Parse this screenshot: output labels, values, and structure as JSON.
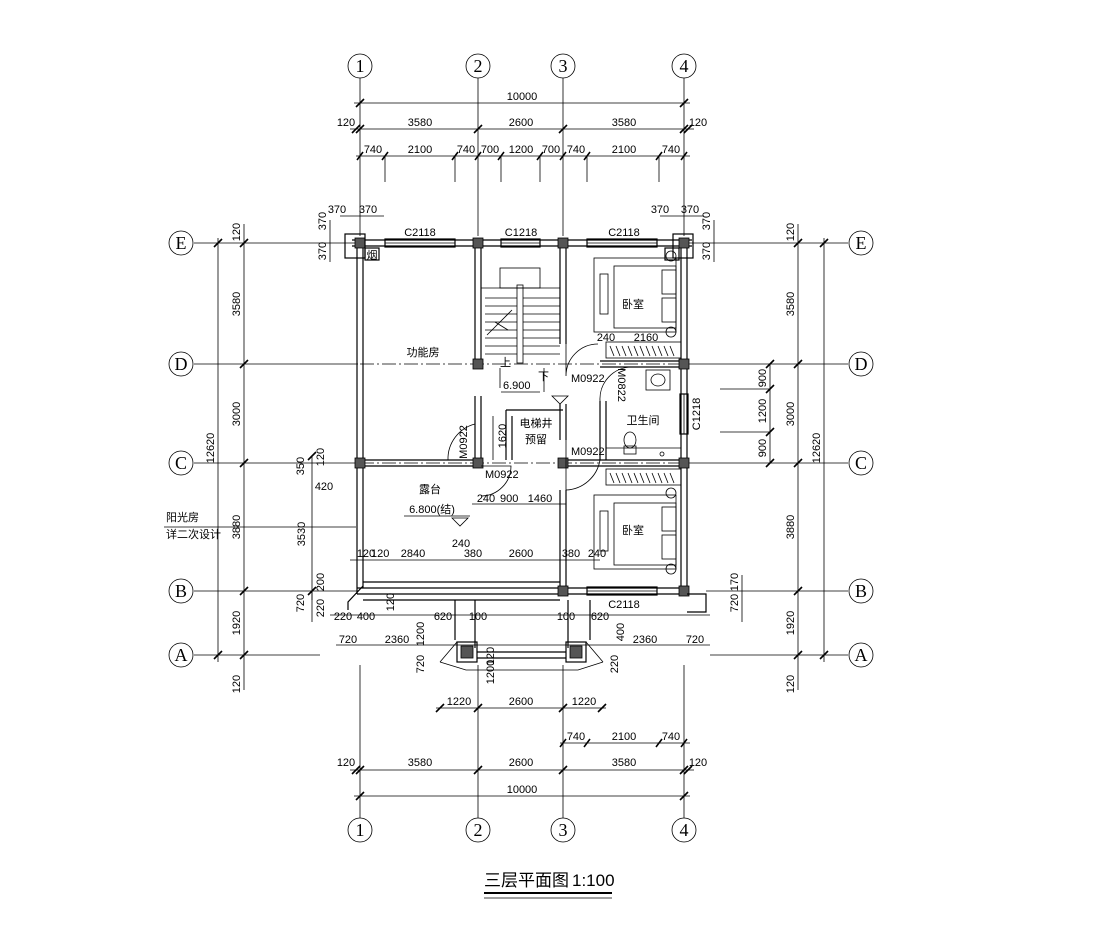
{
  "title": {
    "text": "三层平面图",
    "scale": "1:100"
  },
  "axes": {
    "vertical": [
      "1",
      "2",
      "3",
      "4"
    ],
    "horizontal": [
      "E",
      "D",
      "C",
      "B",
      "A"
    ]
  },
  "dimensions": {
    "top_total": "10000",
    "top_edge_left": "120",
    "top_edge_right": "120",
    "top_mid": [
      "3580",
      "2600",
      "3580"
    ],
    "top_detail": [
      "740",
      "2100",
      "740",
      "700",
      "1200",
      "700",
      "740",
      "2100",
      "740"
    ],
    "top_corner": [
      "370",
      "370",
      "370",
      "370"
    ],
    "left_total": "12620",
    "left_bays": [
      "3580",
      "3000",
      "3880",
      "1920"
    ],
    "left_edge_top": "120",
    "left_edge_bottom": "120",
    "left_detail": [
      "370",
      "370",
      "350",
      "120",
      "420",
      "3530",
      "720",
      "200",
      "220"
    ],
    "right_total": "12620",
    "right_bays": [
      "3580",
      "3000",
      "3880",
      "1920"
    ],
    "right_edge_top": "120",
    "right_edge_bottom": "120",
    "right_detail": [
      "370",
      "370",
      "900",
      "1200",
      "900",
      "720",
      "170"
    ],
    "bottom_total": "10000",
    "bottom_edge_left": "120",
    "bottom_edge_right": "120",
    "bottom_mid": [
      "3580",
      "2600",
      "3580"
    ],
    "bottom_detail": [
      "740",
      "2100",
      "740"
    ],
    "bottom_porch": [
      "1220",
      "2600",
      "1220"
    ],
    "inner_row_b": [
      "120",
      "120",
      "2840",
      "240",
      "380",
      "2600",
      "380",
      "240"
    ],
    "inner_row_a": [
      "720",
      "2360",
      "2360",
      "720"
    ],
    "inner_porch": [
      "220",
      "400",
      "620",
      "100",
      "100",
      "620",
      "400",
      "220"
    ],
    "inner_vertical": [
      "1200",
      "720",
      "120",
      "120",
      "1200"
    ],
    "terrace_row": [
      "240",
      "900",
      "1460"
    ],
    "bath_row": [
      "240",
      "2160"
    ],
    "stair_width": "1620"
  },
  "windows": [
    "C2118",
    "C1218",
    "C2118",
    "C1218",
    "C2118"
  ],
  "doors": [
    "M0922",
    "M0922",
    "M0922",
    "M0922",
    "M0822"
  ],
  "rooms": {
    "function_room": "功能房",
    "bedroom_top": "卧室",
    "bedroom_bottom": "卧室",
    "bathroom": "卫生间",
    "elevator_line1": "电梯井",
    "elevator_line2": "预留",
    "terrace": "露台",
    "terrace_level": "6.800(结)",
    "stair_level": "6.900",
    "stair_up": "上",
    "stair_down": "下",
    "flue": "烟"
  },
  "annotation": {
    "line1": "阳光房",
    "line2": "详二次设计"
  }
}
